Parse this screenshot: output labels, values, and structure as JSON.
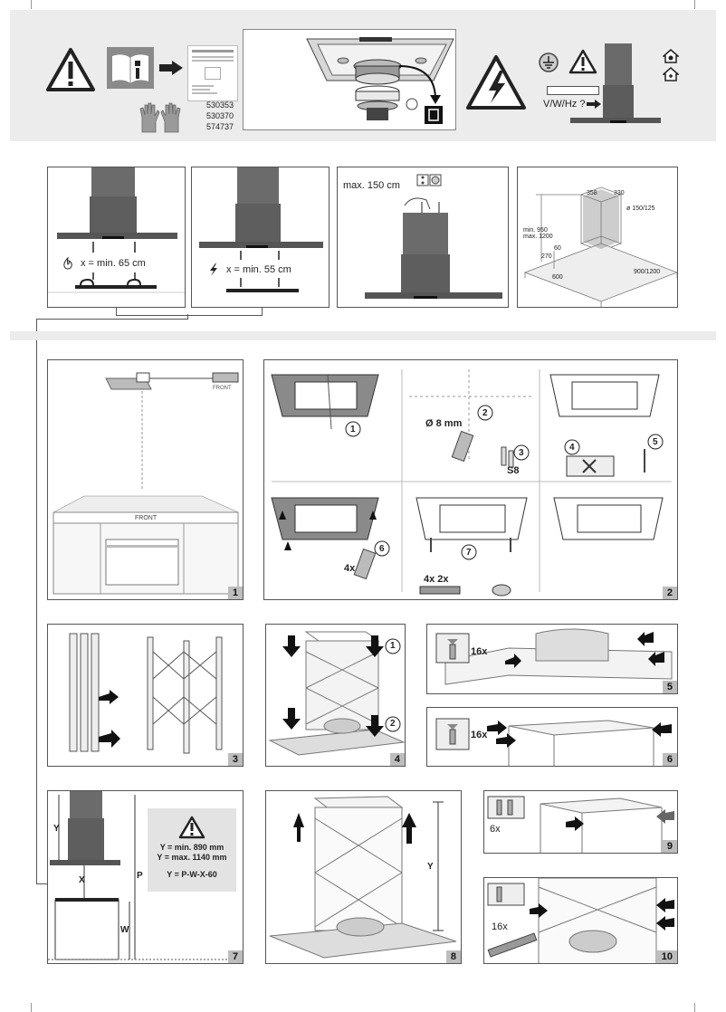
{
  "header": {
    "part_codes": [
      "530353",
      "530370",
      "574737"
    ],
    "voltage_label": "V/W/Hz ?"
  },
  "clearances": {
    "gas": "x = min. 65 cm",
    "electric": "x = min. 55 cm",
    "max_extension": "max. 150 cm"
  },
  "dimensions": {
    "d358": "358",
    "d330": "330",
    "diameter": "ø 150/125",
    "min_h": "min. 950",
    "max_h": "max. 1200",
    "d60": "60",
    "d270": "270",
    "d600": "600",
    "width": "900/1200"
  },
  "step1": {
    "front_top": "FRONT",
    "front_bottom": "FRONT",
    "num": "1"
  },
  "step2": {
    "drill": "Ø 8 mm",
    "plug": "S8",
    "qty_screws": "4x",
    "qty_parts": "4x 2x",
    "num": "2",
    "sub": [
      "1",
      "2",
      "3",
      "4",
      "5",
      "6",
      "7"
    ]
  },
  "step3": {
    "num": "3"
  },
  "step4": {
    "num": "4",
    "sub": [
      "1",
      "2"
    ]
  },
  "step5": {
    "qty": "16x",
    "num": "5"
  },
  "step6": {
    "qty": "16x",
    "num": "6"
  },
  "step7": {
    "y_min": "Y = min. 890 mm",
    "y_max": "Y = max. 1140 mm",
    "formula": "Y = P-W-X-60",
    "label_y": "Y",
    "label_x": "X",
    "label_p": "P",
    "label_w": "W",
    "num": "7"
  },
  "step8": {
    "label_y": "Y",
    "num": "8"
  },
  "step9": {
    "qty": "6x",
    "num": "9"
  },
  "step10": {
    "qty": "16x",
    "num": "10"
  }
}
